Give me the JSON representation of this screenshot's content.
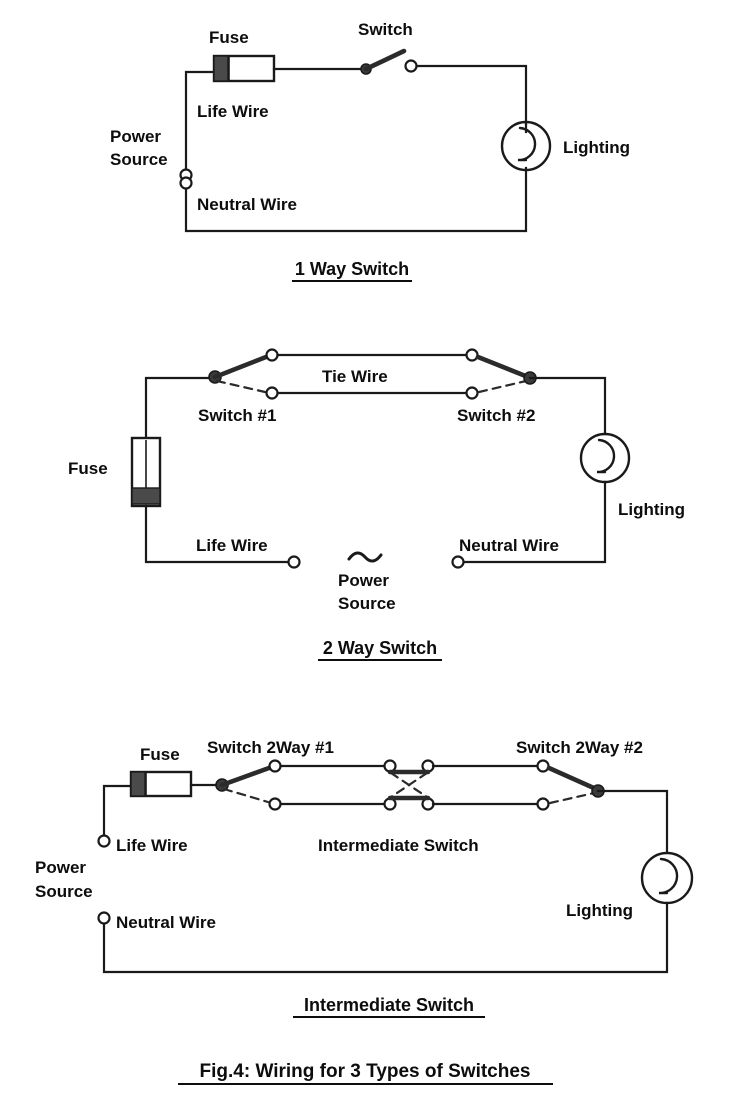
{
  "figure": {
    "caption": "Fig.4: Wiring for 3 Types of Switches",
    "background_color": "#ffffff",
    "line_color": "#1a1a1a"
  },
  "diagrams": [
    {
      "id": "one-way-switch",
      "title": "1 Way Switch",
      "labels": {
        "fuse": "Fuse",
        "switch": "Switch",
        "life_wire": "Life Wire",
        "power_source_line1": "Power",
        "power_source_line2": "Source",
        "neutral_wire": "Neutral Wire",
        "lighting": "Lighting"
      }
    },
    {
      "id": "two-way-switch",
      "title": "2 Way Switch",
      "labels": {
        "tie_wire": "Tie Wire",
        "switch_1": "Switch #1",
        "switch_2": "Switch #2",
        "fuse": "Fuse",
        "life_wire": "Life Wire",
        "neutral_wire": "Neutral Wire",
        "power_source_line1": "Power",
        "power_source_line2": "Source",
        "power_source_symbol": "~",
        "lighting": "Lighting"
      }
    },
    {
      "id": "intermediate-switch",
      "title": "Intermediate Switch",
      "labels": {
        "fuse": "Fuse",
        "switch_2way_1": "Switch 2Way #1",
        "switch_2way_2": "Switch 2Way #2",
        "intermediate_switch": "Intermediate Switch",
        "life_wire": "Life Wire",
        "neutral_wire": "Neutral Wire",
        "power_source_line1": "Power",
        "power_source_line2": "Source",
        "lighting": "Lighting"
      }
    }
  ]
}
